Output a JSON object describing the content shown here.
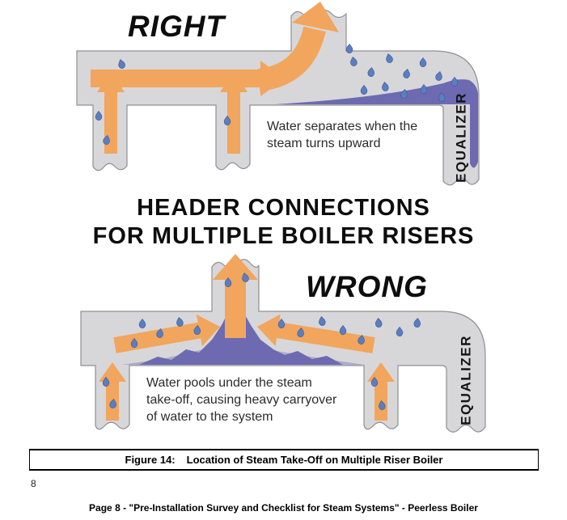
{
  "colors": {
    "pipe_fill": "#d7d7d9",
    "pipe_stroke": "#8f8f93",
    "steam": "#f2a55c",
    "water": "#6d6ab2",
    "droplet": "#5b7ec0",
    "ink": "#111111"
  },
  "right_diagram": {
    "title": "RIGHT",
    "caption_line1": "Water separates when the",
    "caption_line2": "steam turns upward",
    "equalizer": "EQUALIZER"
  },
  "heading": {
    "line1": "HEADER CONNECTIONS",
    "line2": "FOR MULTIPLE BOILER RISERS"
  },
  "wrong_diagram": {
    "title": "WRONG",
    "caption_line1": "Water pools under the steam",
    "caption_line2": "take-off, causing heavy carryover",
    "caption_line3": "of water to the system",
    "equalizer": "EQUALIZER"
  },
  "figure_caption": {
    "label": "Figure 14:",
    "text": "Location of Steam Take-Off on Multiple Riser Boiler"
  },
  "page_number": "8",
  "footer": "Page 8  - \"Pre-Installation Survey and Checklist for Steam Systems\" - Peerless Boiler"
}
